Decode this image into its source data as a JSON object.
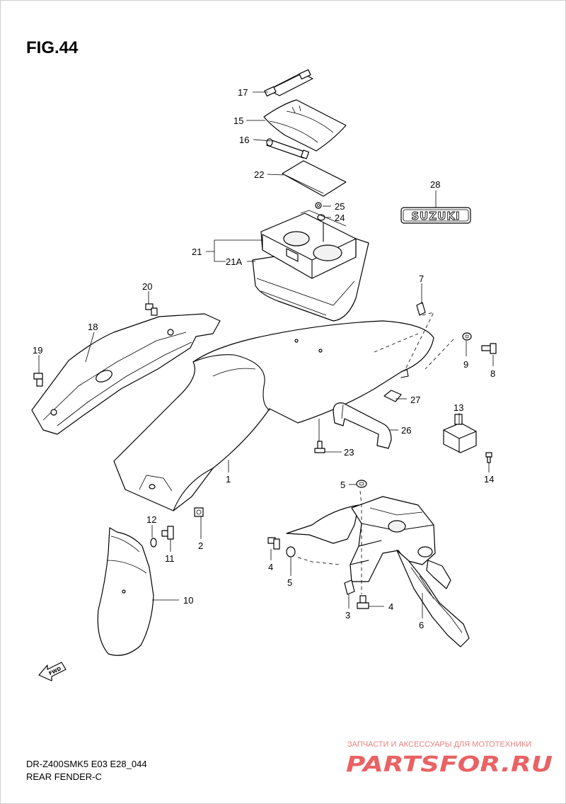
{
  "figure": {
    "title": "FIG.44",
    "model_code": "DR-Z400SMK5 E03 E28_044",
    "section_title": "REAR FENDER-C"
  },
  "emblem_text": "SUZUKI",
  "fwd_arrow_label": "FWD",
  "watermark": {
    "tagline": "ЗАПЧАСТИ И АКСЕССУАРЫ ДЛЯ МОТОТЕХНИКИ",
    "brand": "PARTSFOR.RU"
  },
  "callouts": {
    "c1": "1",
    "c2": "2",
    "c3": "3",
    "c4a": "4",
    "c4b": "4",
    "c5a": "5",
    "c5b": "5",
    "c6": "6",
    "c7": "7",
    "c8": "8",
    "c9": "9",
    "c10": "10",
    "c11": "11",
    "c12": "12",
    "c13": "13",
    "c14": "14",
    "c15": "15",
    "c16": "16",
    "c17": "17",
    "c18": "18",
    "c19": "19",
    "c20": "20",
    "c21": "21",
    "c21a": "21A",
    "c22": "22",
    "c23": "23",
    "c24": "24",
    "c25": "25",
    "c26": "26",
    "c27": "27",
    "c28": "28"
  },
  "colors": {
    "line": "#000000",
    "background": "#ffffff",
    "watermark": "#e6474a"
  }
}
